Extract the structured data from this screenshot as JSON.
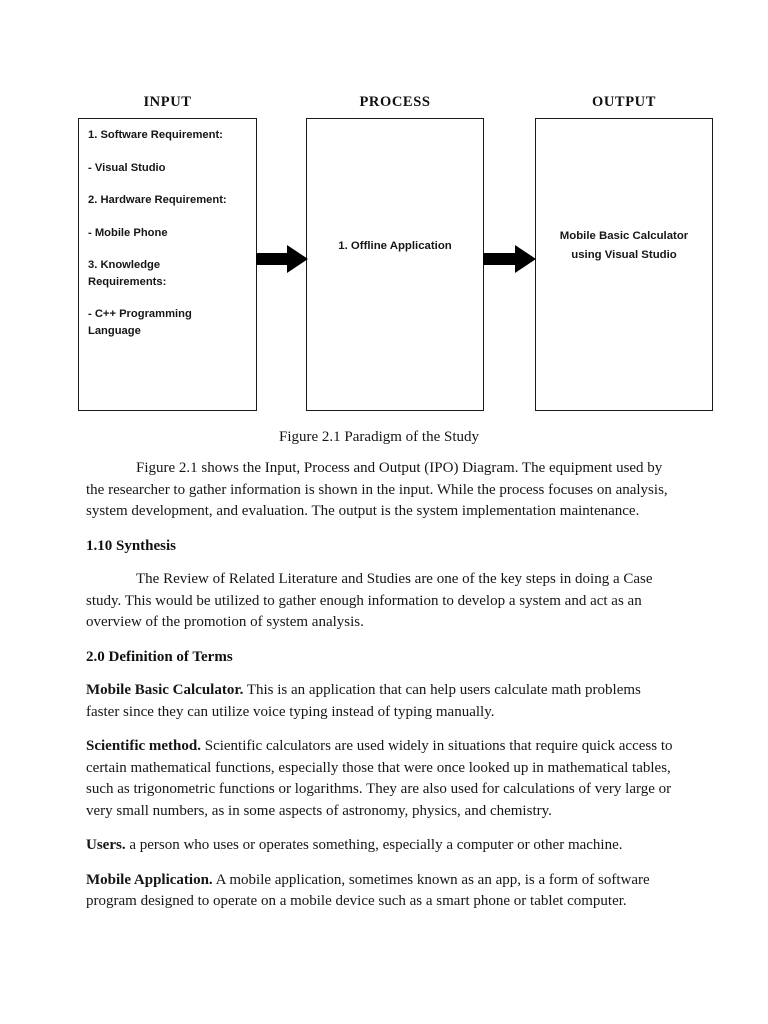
{
  "diagram": {
    "headers": {
      "input": "INPUT",
      "process": "PROCESS",
      "output": "OUTPUT"
    },
    "input_items": [
      "1. Software Requirement:",
      "- Visual Studio",
      "2. Hardware Requirement:",
      "- Mobile Phone",
      "3. Knowledge\nRequirements:",
      "- C++ Programming\nLanguage"
    ],
    "process_text": "1. Offline Application",
    "output_text": "Mobile Basic Calculator\nusing Visual Studio",
    "arrow_icon": "right-arrow-icon",
    "border_color": "#1a1a1a"
  },
  "caption": "Figure 2.1 Paradigm of the Study",
  "body": {
    "intro_paragraph": "Figure 2.1 shows the Input, Process and Output (IPO) Diagram. The equipment used by the researcher to gather information  is shown in the input. While the process focuses on analysis, system development, and  evaluation. The output is the system implementation maintenance.",
    "synthesis_heading": "1.10 Synthesis",
    "synthesis_paragraph": "The Review of Related Literature and Studies are one of the key steps in doing a Case study. This would be utilized to gather enough information to develop a system  and act as an overview of the promotion of  system  analysis.",
    "definitions_heading": "2.0 Definition of Terms",
    "definitions": [
      {
        "term": "Mobile Basic Calculator.",
        "text": "  This is an application that can  help users calculate math problems faster since they can utilize voice typing instead of typing manually."
      },
      {
        "term": "Scientific method.",
        "text": " Scientific calculators are used widely in situations that require quick access to certain mathematical functions, especially those that were once looked up in mathematical tables, such as trigonometric functions or logarithms. They are also used for calculations of very large or very small numbers, as in some aspects of astronomy, physics, and chemistry."
      },
      {
        "term": "Users.",
        "text": " a person who uses or operates something, especially a computer or other machine."
      },
      {
        "term": "Mobile Application.",
        "text": "  A mobile application, sometimes known as an app, is a form of software program designed to operate on a mobile device such as a smart phone or tablet computer."
      }
    ]
  }
}
